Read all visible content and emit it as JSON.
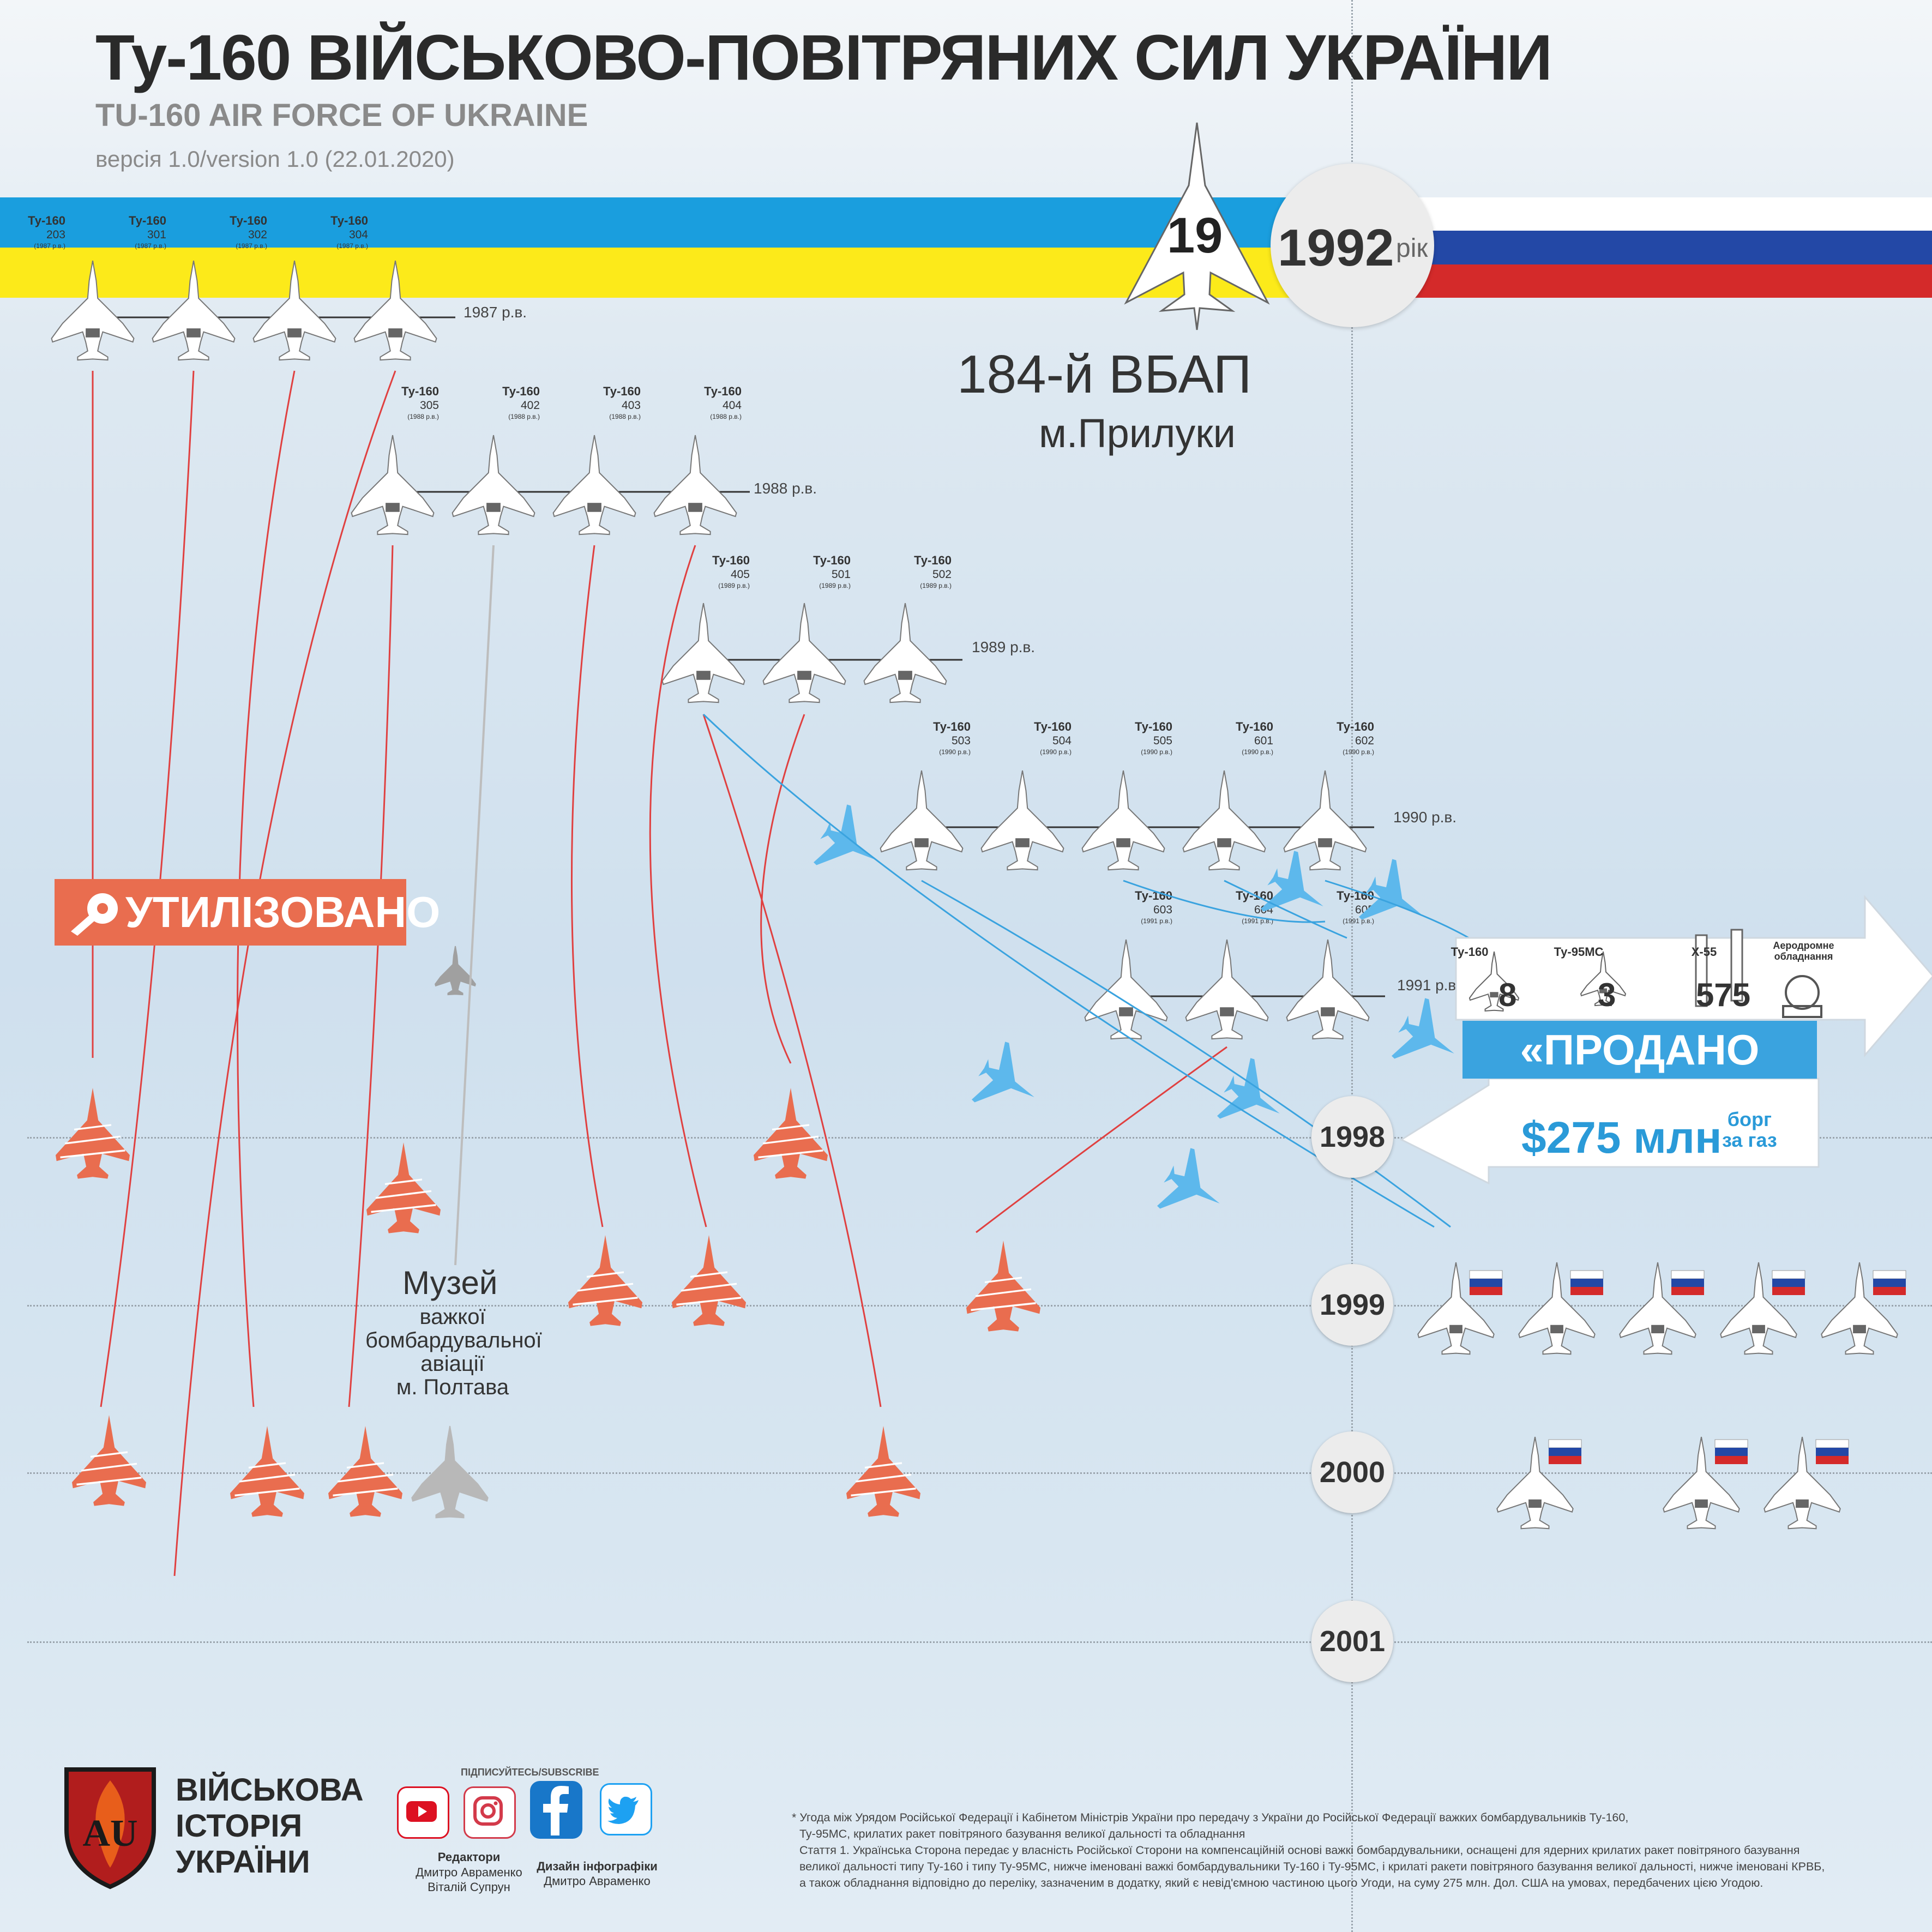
{
  "header": {
    "title": "Ту-160 ВІЙСЬКОВО-ПОВІТРЯНИХ СИЛ УКРАЇНИ",
    "subtitle": "TU-160 AIR FORCE OF UKRAINE",
    "version": "версія 1.0/version 1.0 (22.01.2020)"
  },
  "colors": {
    "ukraine_blue": "#1a9ede",
    "ukraine_yellow": "#fcea1a",
    "russia_white": "#ffffff",
    "russia_blue": "#2348a6",
    "russia_red": "#d42a2a",
    "scrapped": "#e96d4f",
    "sold": "#3aa3df",
    "museum": "#b8b8b8"
  },
  "unit": {
    "title": "184-й ВБАП",
    "city": "м.Прилуки",
    "total_count": "19",
    "year": "1992",
    "year_suffix": "рік"
  },
  "aircraft_type": "Ту-160",
  "groups": [
    {
      "year_label": "1987 р.в.",
      "aircraft": [
        {
          "id": "203",
          "built": "(1987 р.в.)"
        },
        {
          "id": "301",
          "built": "(1987 р.в.)"
        },
        {
          "id": "302",
          "built": "(1987 р.в.)"
        },
        {
          "id": "304",
          "built": "(1987 р.в.)"
        }
      ]
    },
    {
      "year_label": "1988 р.в.",
      "aircraft": [
        {
          "id": "305",
          "built": "(1988 р.в.)"
        },
        {
          "id": "402",
          "built": "(1988 р.в.)"
        },
        {
          "id": "403",
          "built": "(1988 р.в.)"
        },
        {
          "id": "404",
          "built": "(1988 р.в.)"
        }
      ]
    },
    {
      "year_label": "1989 р.в.",
      "aircraft": [
        {
          "id": "405",
          "built": "(1989 р.в.)"
        },
        {
          "id": "501",
          "built": "(1989 р.в.)"
        },
        {
          "id": "502",
          "built": "(1989 р.в.)"
        }
      ]
    },
    {
      "year_label": "1990 р.в.",
      "aircraft": [
        {
          "id": "503",
          "built": "(1990 р.в.)"
        },
        {
          "id": "504",
          "built": "(1990 р.в.)"
        },
        {
          "id": "505",
          "built": "(1990 р.в.)"
        },
        {
          "id": "601",
          "built": "(1990 р.в.)"
        },
        {
          "id": "602",
          "built": "(1990 р.в.)"
        }
      ]
    },
    {
      "year_label": "1991 р.в.",
      "aircraft": [
        {
          "id": "603",
          "built": "(1991 р.в.)"
        },
        {
          "id": "604",
          "built": "(1991 р.в.)"
        },
        {
          "id": "605",
          "built": "(1991 р.в.)"
        }
      ]
    }
  ],
  "timeline_years": [
    "1998",
    "1999",
    "2000",
    "2001"
  ],
  "status": {
    "scrapped_label": "УТИЛІЗОВАНО",
    "museum_title": "Музей",
    "museum_lines": [
      "важкої",
      "бомбардувальної",
      "авіації",
      "м. Полтава"
    ]
  },
  "sale": {
    "items": [
      {
        "label": "Ту-160",
        "count": "8"
      },
      {
        "label": "Ту-95МС",
        "count": "3"
      },
      {
        "label": "Х-55",
        "count": "575"
      },
      {
        "label": "Аеродромне обладнання",
        "count": ""
      }
    ],
    "banner": "«ПРОДАНО РФ»*",
    "price": "$275 млн",
    "price_note_1": "борг",
    "price_note_2": "за газ"
  },
  "outcome_counts": {
    "scrapped": 10,
    "museum": 1,
    "sold_1999": 5,
    "sold_2000": 3
  },
  "footer": {
    "logo_lines": [
      "ВІЙСЬКОВА",
      "ІСТОРІЯ",
      "УКРАЇНИ"
    ],
    "logo_monogram": "AU",
    "subscribe": "ПІДПИСУЙТЕСЬ/SUBSCRIBE",
    "social_icons": [
      "youtube-icon",
      "instagram-icon",
      "facebook-icon",
      "twitter-icon"
    ],
    "editors_label": "Редактори",
    "editors": [
      "Дмитро Авраменко",
      "Віталій Супрун"
    ],
    "design_label": "Дизайн інфографіки",
    "designer": "Дмитро Авраменко",
    "footnote": [
      "* Угода між Урядом Російської Федерації і Кабінетом Міністрів України про передачу з України до Російської Федерації важких бомбардувальників Ту-160,",
      "Ту-95МС, крилатих ракет повітряного базування великої дальності та обладнання",
      "Стаття 1. Українська Сторона передає у власність Російської Сторони на компенсаційній основі важкі бомбардувальники, оснащені для ядерних крилатих ракет повітряного базування",
      "великої дальності типу Ту-160 і типу Ту-95МС, нижче іменовані важкі бомбардувальники Ту-160 і Ту-95МС, і крилаті ракети повітряного базування великої дальності, нижче іменовані КРВБ,",
      "а також обладнання відповідно до переліку, зазначеним в додатку, який є невід'ємною частиною цього Угоди, на суму 275 млн. Дол. США на умовах, передбачених цією Угодою."
    ]
  }
}
